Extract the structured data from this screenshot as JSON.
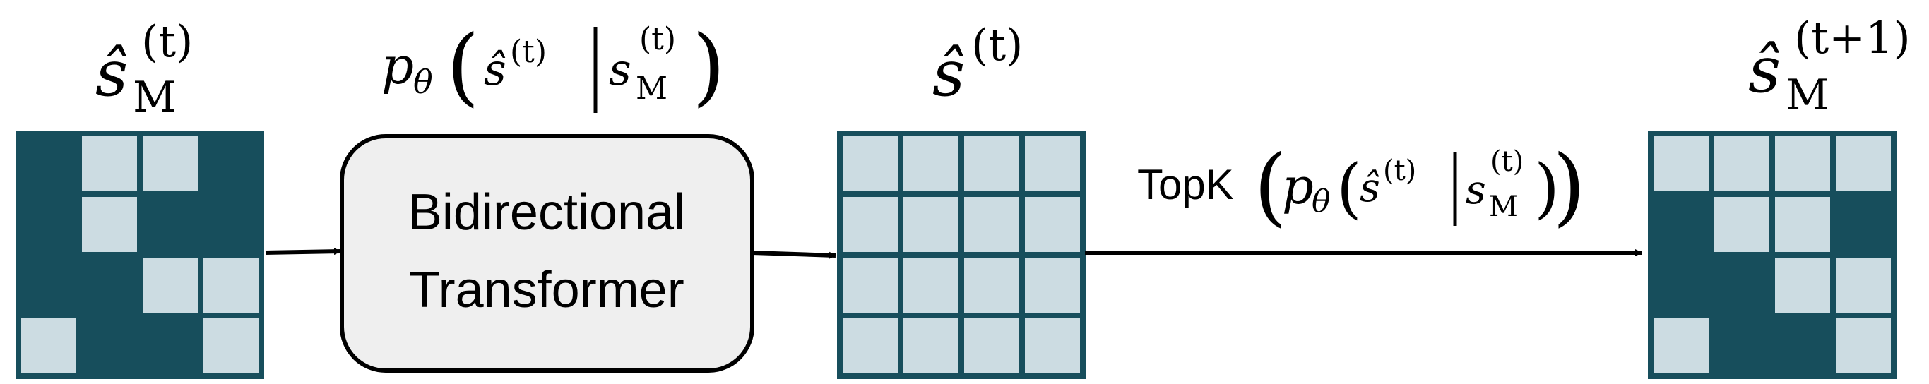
{
  "colors": {
    "dark_cell": "#174e5c",
    "light_cell": "#ccdce2",
    "grid_border": "#174e5c",
    "box_fill": "#efefef",
    "box_stroke": "#000000",
    "arrow": "#000000"
  },
  "labels": {
    "input_mask": {
      "base": "ŝ",
      "sub": "M",
      "sup": "(t)"
    },
    "model_prob": {
      "p": "p",
      "theta": "θ",
      "shat": "ŝ",
      "sup_t": "(t)",
      "s": "s",
      "sub": "M",
      "sup_t2": "(t)"
    },
    "prediction": {
      "base": "ŝ",
      "sup": "(t)"
    },
    "topk": {
      "text": "TopK",
      "p": "p",
      "theta": "θ",
      "shat": "ŝ",
      "sup_t": "(t)",
      "s": "s",
      "sub": "M",
      "sup_t2": "(t)"
    },
    "output_mask": {
      "base": "ŝ",
      "sub": "M",
      "sup": "(t+1)"
    }
  },
  "transformer_box": {
    "line1": "Bidirectional",
    "line2": "Transformer"
  },
  "grids": {
    "input_mask": [
      [
        0,
        1,
        1,
        0
      ],
      [
        0,
        1,
        0,
        0
      ],
      [
        0,
        0,
        1,
        1
      ],
      [
        1,
        0,
        0,
        1
      ]
    ],
    "prediction": [
      [
        1,
        1,
        1,
        1
      ],
      [
        1,
        1,
        1,
        1
      ],
      [
        1,
        1,
        1,
        1
      ],
      [
        1,
        1,
        1,
        1
      ]
    ],
    "output_mask": [
      [
        1,
        1,
        1,
        1
      ],
      [
        0,
        1,
        1,
        0
      ],
      [
        0,
        0,
        1,
        1
      ],
      [
        1,
        0,
        0,
        1
      ]
    ]
  }
}
